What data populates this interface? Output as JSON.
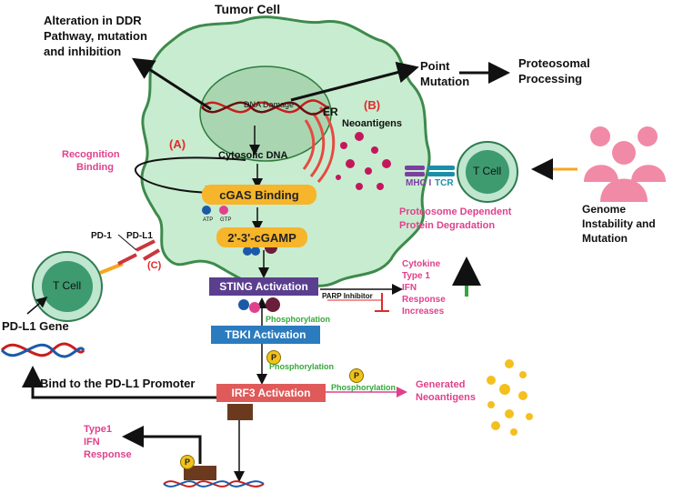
{
  "title": "Tumor Cell",
  "ddr_text": [
    "Alteration in DDR",
    "Pathway, mutation",
    "and inhibition"
  ],
  "point_mutation": [
    "Point",
    "Mutation"
  ],
  "proteosomal": [
    "Proteosomal",
    "Processing"
  ],
  "dna_damage": "DNA Damage",
  "er": "ER",
  "label_a": "(A)",
  "label_b": "(B)",
  "label_c": "(C)",
  "neoantigens": "Neoantigens",
  "recognition": [
    "Recognition",
    "Binding"
  ],
  "cytosolic_dna": "Cytosolic DNA",
  "cgas": "cGAS Binding",
  "atp": "ATP",
  "gtp": "GTP",
  "cgamp": "2'-3'-cGAMP",
  "pd1": "PD-1",
  "pdl1": "PD-L1",
  "t_cell": "T Cell",
  "mhc": "MHC I",
  "tcr": "TCR",
  "proteosome": [
    "Proteosome Dependent",
    "Protein Degradation"
  ],
  "genome": [
    "Genome",
    "Instability and",
    "Mutation"
  ],
  "sting": "STING Activation",
  "parp": "PARP Inhibitor",
  "cytokine": [
    "Cytokine",
    "Type 1",
    "IFN",
    "Response",
    "Increases"
  ],
  "phosphorylation": "Phosphorylation",
  "tbki": "TBKI Activation",
  "pdl1_gene": "PD-L1 Gene",
  "bind_promoter": "Bind to the PD-L1 Promoter",
  "irf3": "IRF3 Activation",
  "generated": [
    "Generated",
    "Neoantigens"
  ],
  "type1": [
    "Type1",
    "IFN",
    "Response"
  ],
  "p": "P",
  "colors": {
    "cell_fill": "#c8ecd0",
    "cell_border": "#3e8a4c",
    "nucleus": "#a9d6b1",
    "yellow_box": "#f6b52a",
    "sting_box": "#5b3f8f",
    "tbki_box": "#2b7bbf",
    "irf3_box": "#e05a5a",
    "pink_text": "#e0418c",
    "tcell_outer": "#bfe6cf",
    "tcell_inner": "#3e9a6f"
  }
}
